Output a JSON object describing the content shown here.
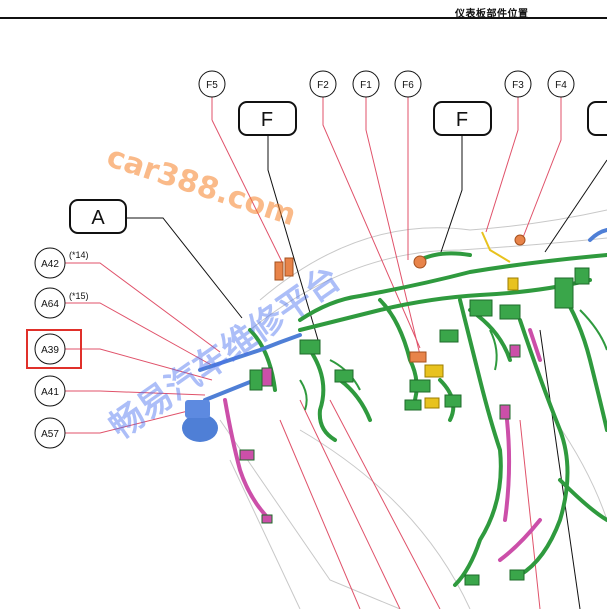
{
  "header": {
    "title": "仪表板部件位置"
  },
  "box_callouts": [
    "F",
    "F",
    "A"
  ],
  "circle_callouts": {
    "f5": "F5",
    "f2": "F2",
    "f1": "F1",
    "f6": "F6",
    "f3": "F3",
    "f4": "F4",
    "a42": "A42",
    "a64": "A64",
    "a39": "A39",
    "a41": "A41",
    "a57": "A57"
  },
  "notes": {
    "a42": "(*14)",
    "a64": "(*15)"
  },
  "highlight": {
    "label": "A39",
    "color": "#e0302a"
  },
  "watermarks": {
    "site": "car388.com",
    "platform": "畅易汽车维修平台"
  },
  "colors": {
    "harness_green": "#2f9a3e",
    "harness_pink": "#cc4fa9",
    "harness_blue": "#4f7fd6",
    "connector_yellow": "#e8c21e",
    "connector_orange": "#e8844a"
  }
}
